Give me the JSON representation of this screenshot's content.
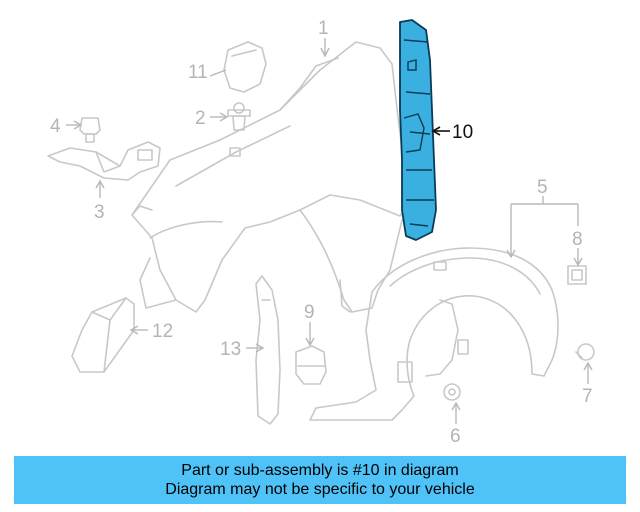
{
  "diagram": {
    "callouts": {
      "c1": "1",
      "c2": "2",
      "c3": "3",
      "c4": "4",
      "c5": "5",
      "c6": "6",
      "c7": "7",
      "c8": "8",
      "c9": "9",
      "c10": "10",
      "c11": "11",
      "c12": "12",
      "c13": "13"
    },
    "highlight_color": "#3ab0e0",
    "highlighted_part": "10"
  },
  "banner": {
    "line1": "Part or sub-assembly is #10 in diagram",
    "line2": "Diagram may not be specific to your vehicle",
    "color": "#4fc3f7"
  }
}
